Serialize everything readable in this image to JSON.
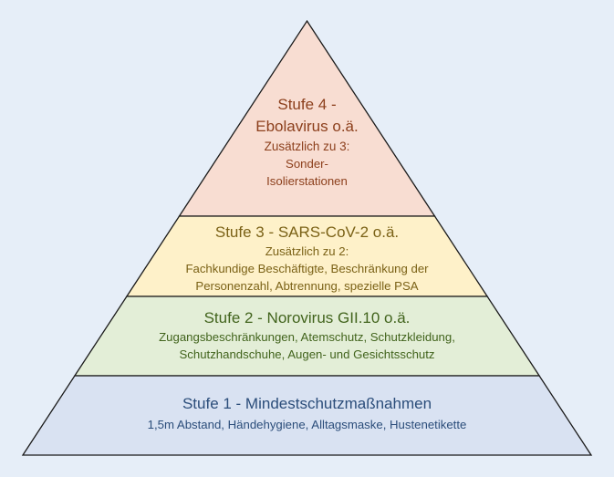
{
  "colors": {
    "background": "#e6eef8",
    "outline": "#1a1a1a",
    "level4_fill": "#f8ddd2",
    "level3_fill": "#fef1c9",
    "level2_fill": "#e3eed7",
    "level1_fill": "#d9e2f2",
    "level4_text": "#8c3f1c",
    "level3_text": "#7b6217",
    "level2_text": "#42641d",
    "level1_text": "#2b4d7a"
  },
  "levels": [
    {
      "title": "Stufe 4 -",
      "subtitle": "Ebolavirus o.ä.",
      "lines": [
        "Zusätzlich zu 3:",
        "Sonder-",
        "Isolierstationen"
      ]
    },
    {
      "title": "Stufe 3 - SARS-CoV-2 o.ä.",
      "lines": [
        "Zusätzlich zu 2:",
        "Fachkundige Beschäftigte, Beschränkung der",
        "Personenzahl, Abtrennung, spezielle PSA"
      ]
    },
    {
      "title": "Stufe 2 - Norovirus GII.10 o.ä.",
      "lines": [
        "Zugangsbeschränkungen, Atemschutz, Schutzkleidung,",
        "Schutzhandschuhe, Augen- und Gesichtsschutz"
      ]
    },
    {
      "title": "Stufe 1 - Mindestschutzmaßnahmen",
      "lines": [
        "1,5m Abstand, Händehygiene, Alltagsmaske, Hustenetikette"
      ]
    }
  ]
}
